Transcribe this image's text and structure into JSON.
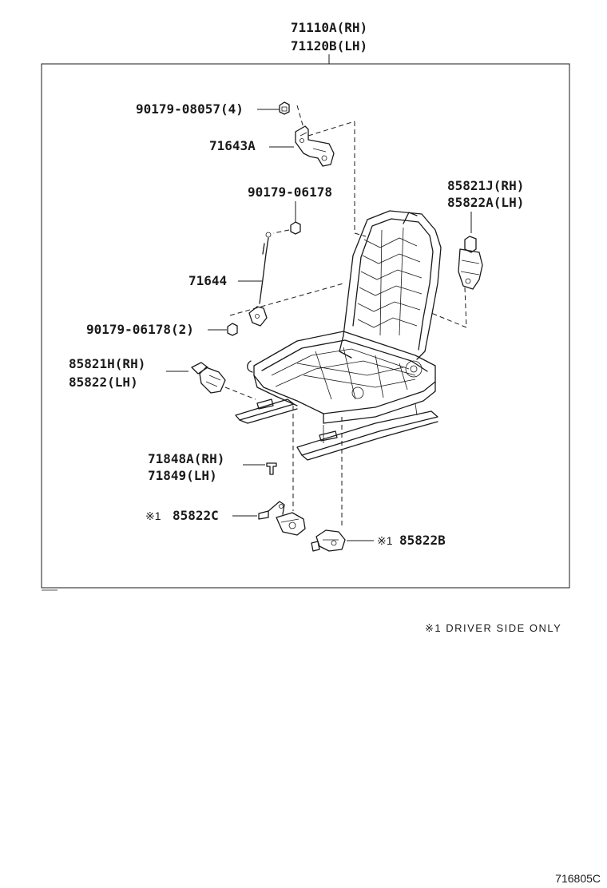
{
  "diagram": {
    "assembly_labels": [
      "71110A(RH)",
      "71120B(LH)"
    ],
    "parts": {
      "p_90179_08057": "90179-08057(4)",
      "p_71643A": "71643A",
      "p_90179_06178": "90179-06178",
      "p_71644": "71644",
      "p_90179_06178_2": "90179-06178(2)",
      "p_85821H": "85821H(RH)",
      "p_85822": "85822(LH)",
      "p_85821J": "85821J(RH)",
      "p_85822A": "85822A(LH)",
      "p_71848A": "71848A(RH)",
      "p_71849": "71849(LH)",
      "p_85822C_mark": "※1",
      "p_85822C": "85822C",
      "p_85822B_mark": "※1",
      "p_85822B": "85822B"
    },
    "footnote": "※1  DRIVER SIDE ONLY",
    "figure_code": "716805C"
  }
}
